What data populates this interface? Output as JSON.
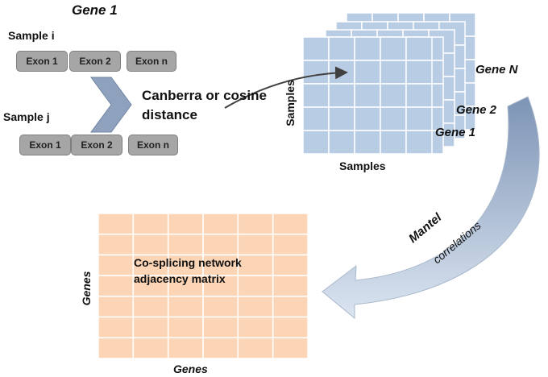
{
  "gene_label": "Gene 1",
  "sample_i": {
    "label": "Sample i",
    "exons": [
      "Exon 1",
      "Exon 2",
      "Exon n"
    ]
  },
  "sample_j": {
    "label": "Sample j",
    "exons": [
      "Exon 1",
      "Exon 2",
      "Exon n"
    ]
  },
  "distance_label_line1": "Canberra or cosine",
  "distance_label_line2": "distance",
  "stack": {
    "row_label": "Samples",
    "col_label": "Samples",
    "gene_labels": [
      "Gene N",
      "Gene 2",
      "Gene 1"
    ]
  },
  "mantel_line1": "Mantel",
  "mantel_line2": "correlations",
  "adjacency": {
    "title_line1": "Co-splicing network",
    "title_line2": "adjacency matrix",
    "row_label": "Genes",
    "col_label": "Genes"
  },
  "colors": {
    "exon_fill": "#a6a6a6",
    "chevron_fill": "#8fa2bd",
    "sample_matrix_fill": "#b8cce4",
    "adjacency_fill": "#fbd5b5",
    "curve_arrow_fill": "#9db3cf"
  }
}
